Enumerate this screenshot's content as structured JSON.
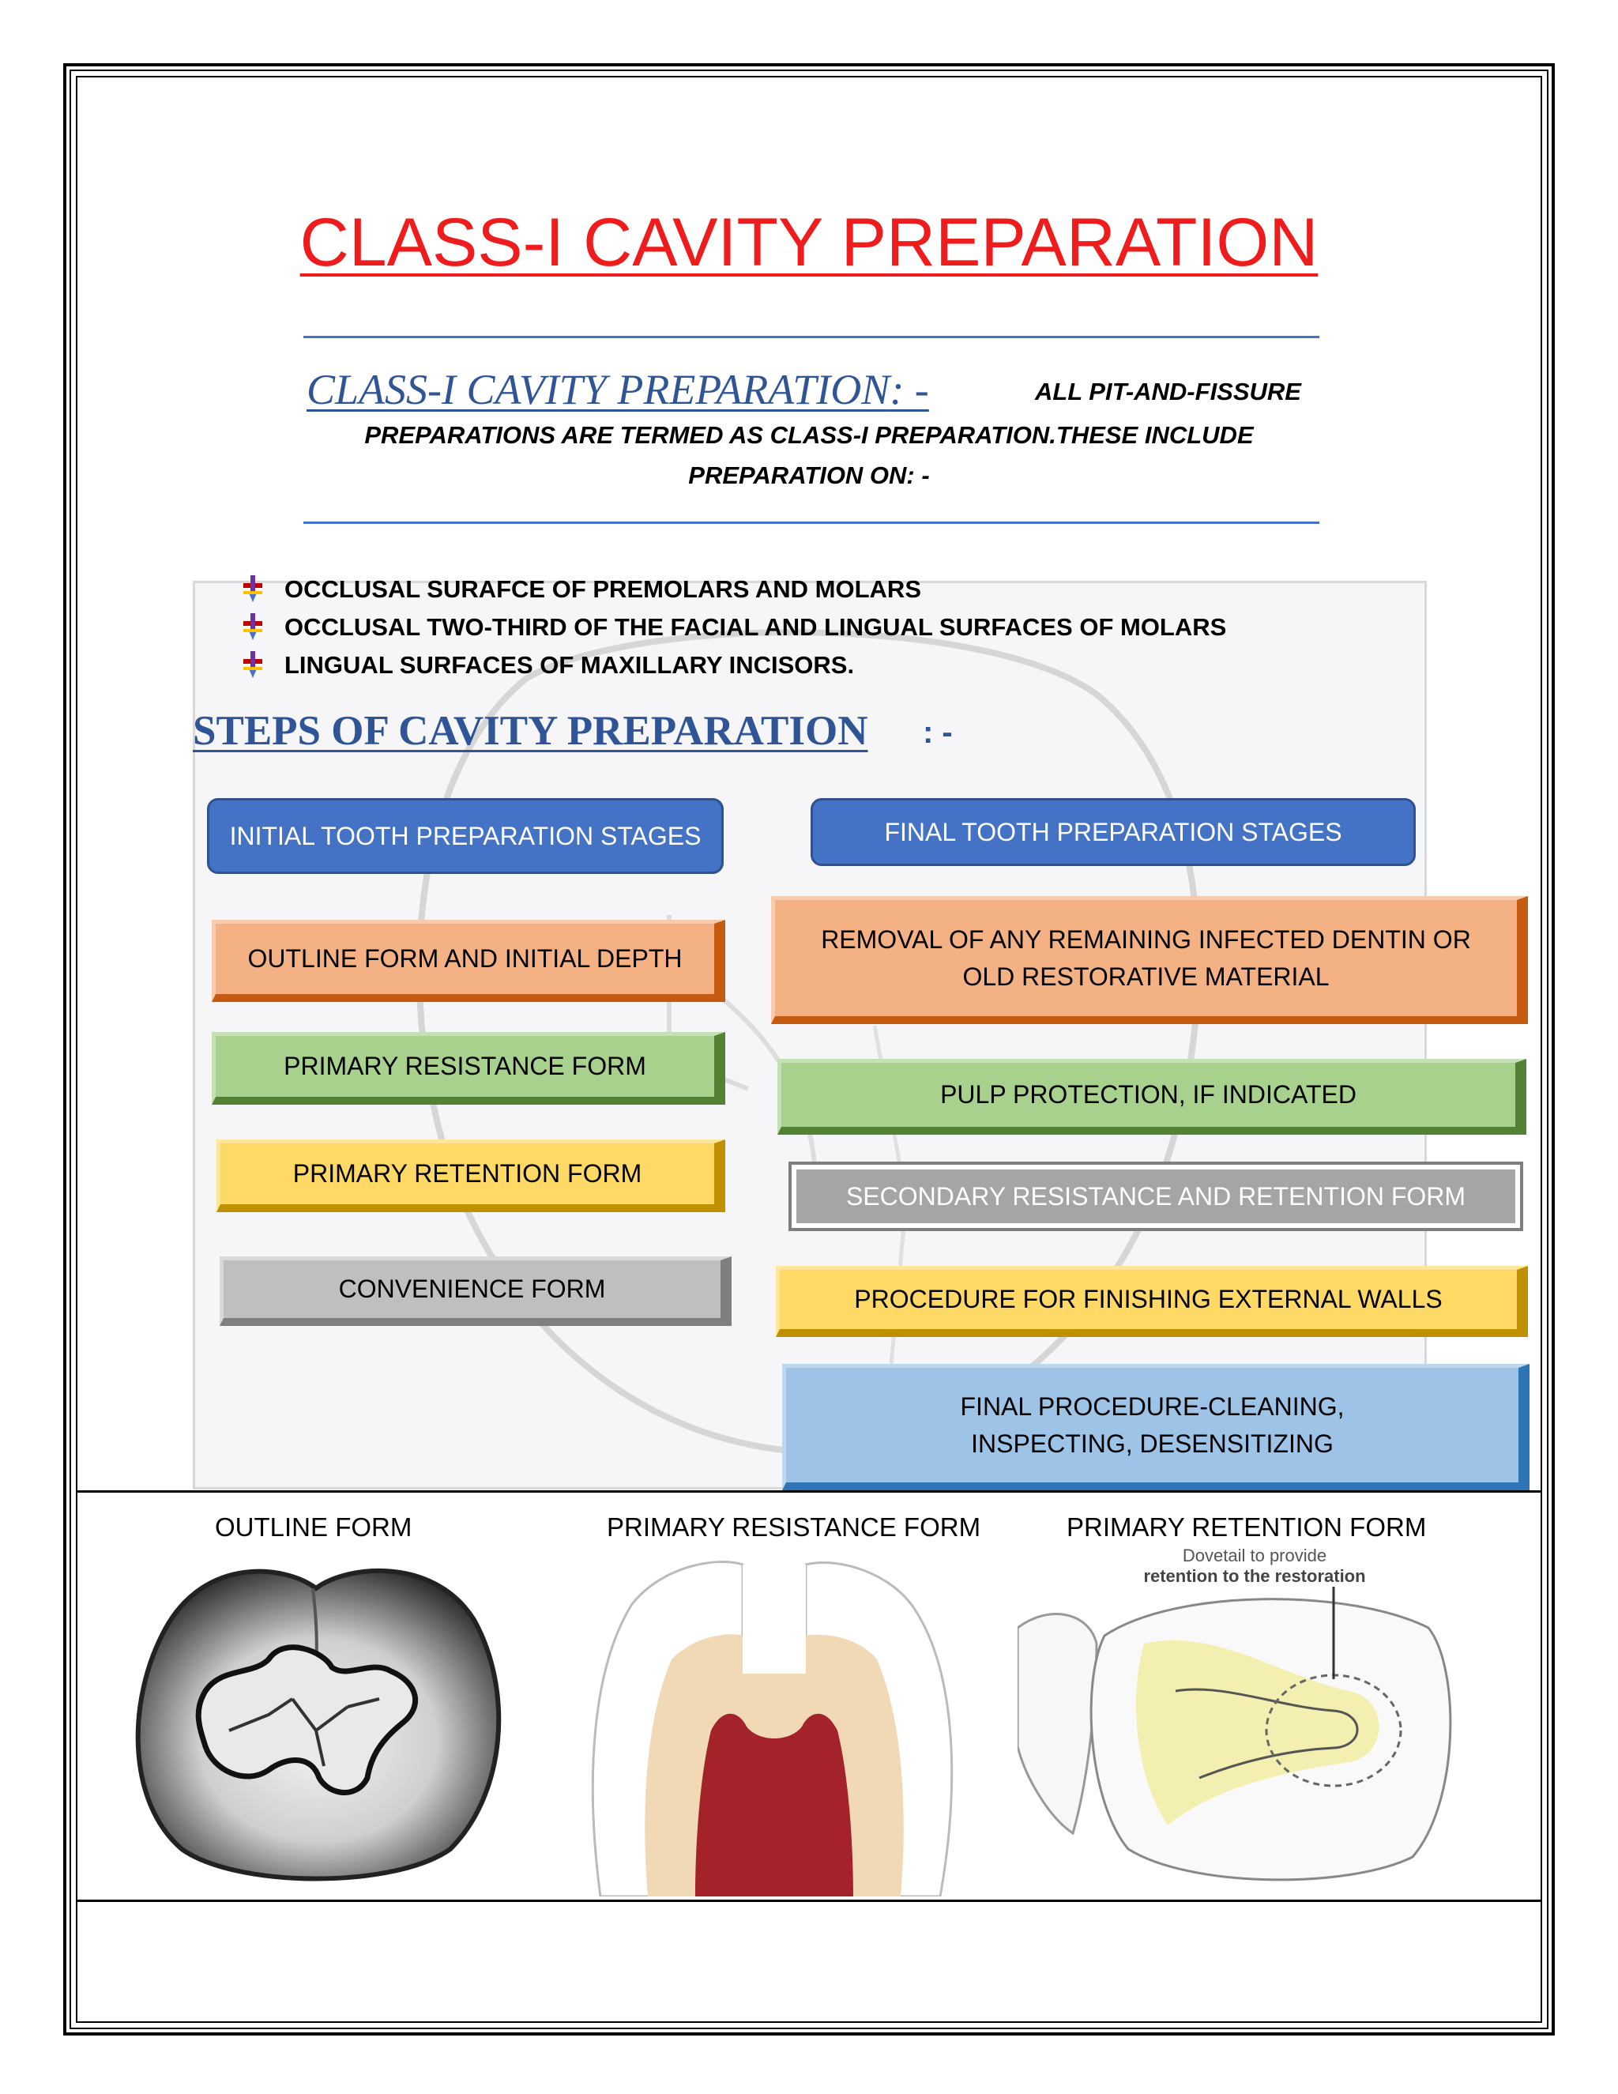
{
  "title": "CLASS-I CAVITY PREPARATION",
  "intro": {
    "heading": "CLASS-I CAVITY PREPARATION",
    "heading_suffix": ": -",
    "text_line1": "ALL PIT-AND-FISSURE",
    "text_line2": "PREPARATIONS ARE TERMED AS CLASS-I PREPARATION.THESE INCLUDE",
    "text_line3": "PREPARATION ON: -"
  },
  "bullets": [
    "OCCLUSAL SURAFCE OF PREMOLARS AND MOLARS",
    "OCCLUSAL TWO-THIRD OF THE FACIAL AND LINGUAL SURFACES OF MOLARS",
    "LINGUAL SURFACES OF MAXILLARY INCISORS."
  ],
  "steps_heading": "STEPS OF CAVITY PREPARATION",
  "steps_heading_suffix": ": -",
  "initial": {
    "header": "INITIAL TOOTH PREPARATION STAGES",
    "steps": [
      "OUTLINE FORM AND INITIAL DEPTH",
      "PRIMARY RESISTANCE FORM",
      "PRIMARY RETENTION FORM",
      "CONVENIENCE FORM"
    ]
  },
  "final": {
    "header": "FINAL TOOTH PREPARATION STAGES",
    "steps": [
      "REMOVAL OF ANY REMAINING INFECTED DENTIN OR OLD RESTORATIVE MATERIAL",
      "PULP PROTECTION, IF INDICATED",
      "SECONDARY RESISTANCE AND RETENTION FORM",
      "PROCEDURE FOR FINISHING EXTERNAL WALLS",
      "FINAL PROCEDURE-CLEANING, INSPECTING, DESENSITIZING"
    ]
  },
  "figures": {
    "outline_label": "OUTLINE FORM",
    "resistance_label": "PRIMARY RESISTANCE FORM",
    "retention_label": "PRIMARY RETENTION FORM",
    "retention_caption_line1": "Dovetail to provide",
    "retention_caption_line2": "retention to the restoration"
  },
  "colors": {
    "title_red": "#ee1c1c",
    "heading_blue": "#2f5597",
    "header_blue": "#4472c4",
    "pulp_red": "#a4222a",
    "dentin_tan": "#f1d9b5"
  }
}
